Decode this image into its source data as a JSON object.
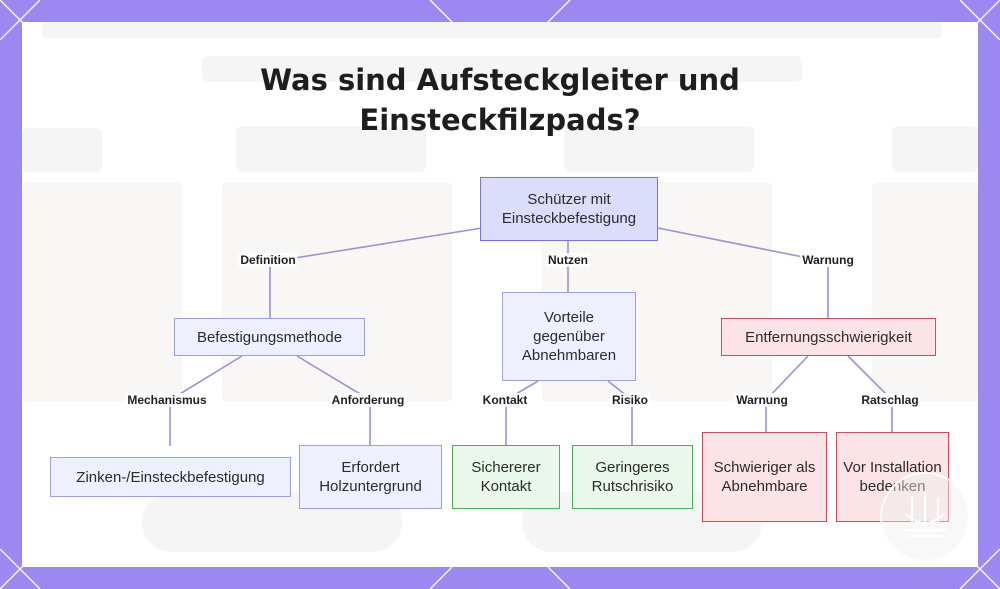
{
  "title": {
    "line1": "Was sind Aufsteckgleiter und",
    "line2": "Einsteckfilzpads?"
  },
  "nodes": {
    "root": "Schützer mit Einsteckbefestigung",
    "befestigungsmethode": "Befestigungsmethode",
    "vorteile": "Vorteile gegenüber Abnehmbaren",
    "entfernung": "Entfernungsschwierigkeit",
    "zinken": "Zinken-/Einsteckbefestigung",
    "holz": "Erfordert Holzuntergrund",
    "kontakt": "Sichererer Kontakt",
    "rutsch": "Geringeres Rutschrisiko",
    "schwieriger": "Schwieriger als Abnehmbare",
    "installation": "Vor Installation bedenken"
  },
  "edge_labels": {
    "definition": "Definition",
    "nutzen": "Nutzen",
    "warnung": "Warnung",
    "mechanismus": "Mechanismus",
    "anforderung": "Anforderung",
    "kontakt": "Kontakt",
    "risiko": "Risiko",
    "warnung2": "Warnung",
    "ratschlag": "Ratschlag"
  },
  "colors": {
    "frame": "#9b88f0",
    "root_fill": "#dcdcfb",
    "blue_fill": "#eef0ff",
    "green_fill": "#e9f8ea",
    "red_fill": "#fbe3e6",
    "edge": "#a08ed6"
  },
  "icons": [
    "seal-badge-icon"
  ]
}
